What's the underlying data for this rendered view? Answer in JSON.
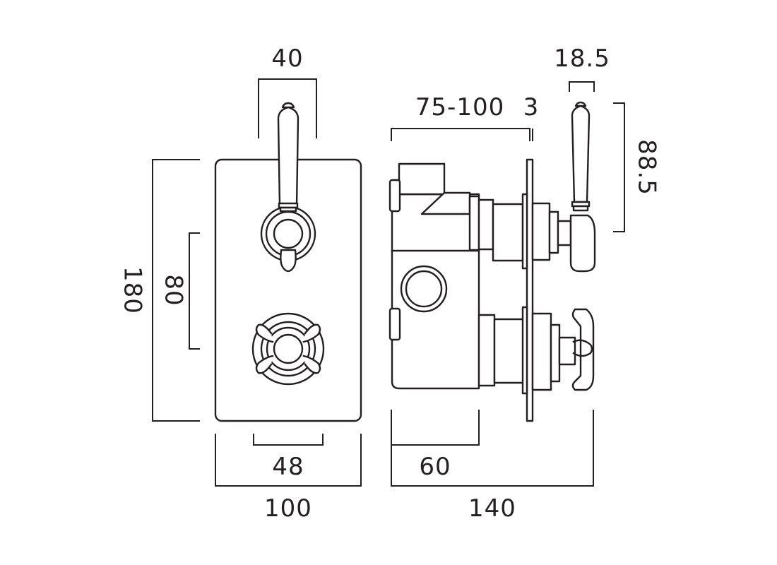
{
  "dimensions": {
    "front_lever_width": "40",
    "front_height": "180",
    "front_centres": "80",
    "front_spacing": "48",
    "front_width": "100",
    "side_handle_width": "18.5",
    "side_wall_depth": "75-100",
    "side_plate_thickness": "3",
    "side_handle_height": "88.5",
    "side_body_depth": "60",
    "side_total_depth": "140"
  }
}
